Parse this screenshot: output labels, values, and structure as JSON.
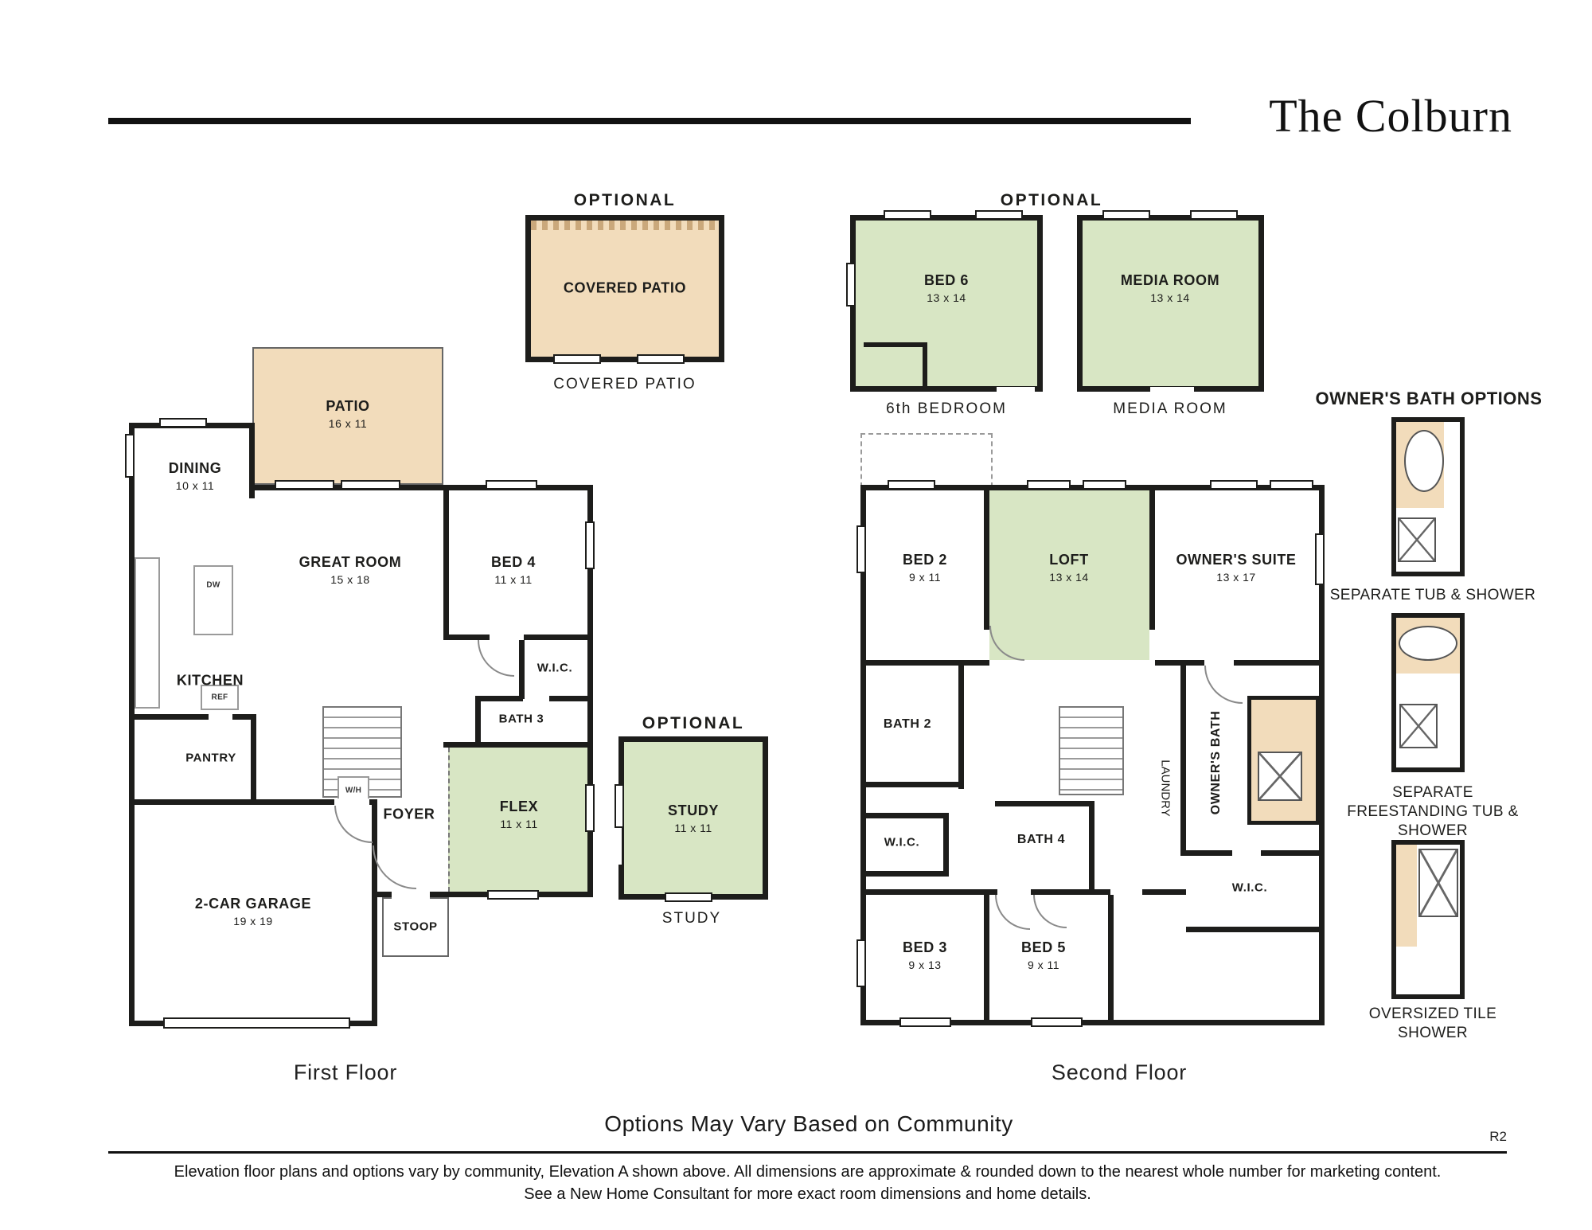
{
  "header": {
    "title": "The Colburn"
  },
  "labels": {
    "optional": "OPTIONAL"
  },
  "first_floor": {
    "caption": "First Floor",
    "optional_patio": {
      "room": {
        "name": "COVERED PATIO"
      },
      "caption": "COVERED PATIO"
    },
    "optional_study": {
      "room": {
        "name": "STUDY",
        "dims": "11 x 11"
      },
      "caption": "STUDY"
    },
    "rooms": {
      "patio": {
        "name": "PATIO",
        "dims": "16 x 11"
      },
      "dining": {
        "name": "DINING",
        "dims": "10 x 11"
      },
      "great_room": {
        "name": "GREAT ROOM",
        "dims": "15 x 18"
      },
      "bed4": {
        "name": "BED 4",
        "dims": "11 x 11"
      },
      "kitchen": {
        "name": "KITCHEN"
      },
      "pantry": {
        "name": "PANTRY"
      },
      "wic": {
        "name": "W.I.C."
      },
      "bath3": {
        "name": "BATH 3"
      },
      "foyer": {
        "name": "FOYER"
      },
      "flex": {
        "name": "FLEX",
        "dims": "11 x 11"
      },
      "garage": {
        "name": "2-CAR GARAGE",
        "dims": "19 x 19"
      },
      "stoop": {
        "name": "STOOP"
      }
    },
    "appliances": {
      "dw": "DW",
      "ref": "REF",
      "wh": "W/H"
    }
  },
  "second_floor": {
    "caption": "Second Floor",
    "bed6": {
      "name": "BED 6",
      "dims": "13 x 14",
      "caption": "6th BEDROOM"
    },
    "media": {
      "name": "MEDIA ROOM",
      "dims": "13 x 14",
      "caption": "MEDIA ROOM"
    },
    "rooms": {
      "bed2": {
        "name": "BED 2",
        "dims": "9 x 11"
      },
      "loft": {
        "name": "LOFT",
        "dims": "13 x 14"
      },
      "owners_suite": {
        "name": "OWNER'S SUITE",
        "dims": "13 x 17"
      },
      "bath2": {
        "name": "BATH 2"
      },
      "owners_bath": {
        "name": "OWNER'S BATH"
      },
      "laundry": {
        "name": "LAUNDRY"
      },
      "bath4": {
        "name": "BATH 4"
      },
      "wic_left": {
        "name": "W.I.C."
      },
      "wic_right": {
        "name": "W.I.C."
      },
      "bed3": {
        "name": "BED 3",
        "dims": "9 x 13"
      },
      "bed5": {
        "name": "BED 5",
        "dims": "9 x 11"
      }
    }
  },
  "bath_options": {
    "title": "OWNER'S BATH OPTIONS",
    "options": [
      {
        "label": "SEPARATE TUB & SHOWER"
      },
      {
        "label": "SEPARATE FREESTANDING TUB & SHOWER"
      },
      {
        "label": "OVERSIZED TILE SHOWER"
      }
    ]
  },
  "footer": {
    "community_note": "Options May Vary Based on Community",
    "revision": "R2",
    "disclaimer_line1": "Elevation floor plans and options vary by community, Elevation A shown above. All dimensions are approximate & rounded down to the nearest whole number for marketing content.",
    "disclaimer_line2": "See a New Home Consultant for more exact room dimensions and home details."
  },
  "colors": {
    "wall": "#1d1d1b",
    "optional_green": "#d8e6c4",
    "patio_tan": "#f2dcbb"
  }
}
